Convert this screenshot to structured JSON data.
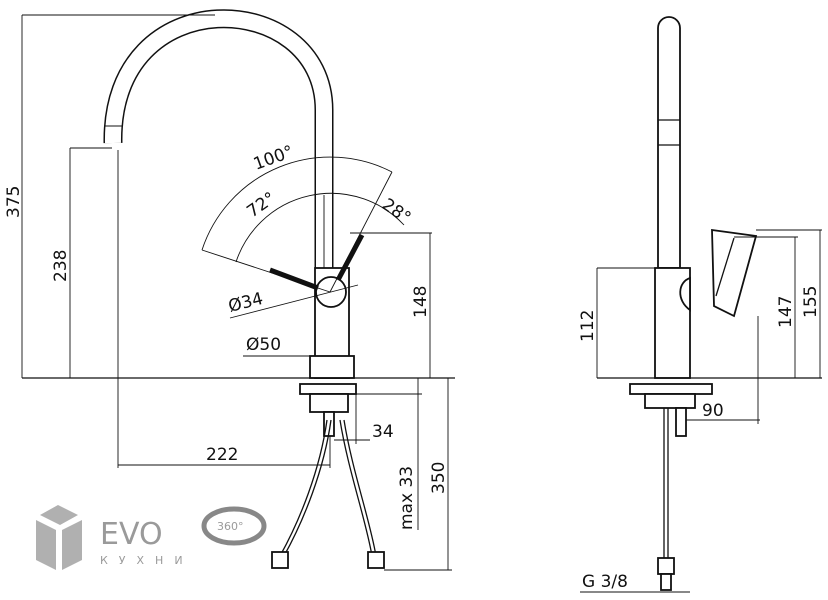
{
  "title": "Kitchen faucet dimensional drawing",
  "front_view": {
    "total_height": "375",
    "spout_height": "238",
    "lever_rotation_total": "100°",
    "lever_rotation_forward": "72°",
    "lever_rotation_back": "28°",
    "lever_diameter": "Ø34",
    "body_diameter": "Ø50",
    "lever_height": "148",
    "spout_reach": "222",
    "shank_offset": "34",
    "max_thickness": "max 33",
    "hose_length": "350"
  },
  "side_view": {
    "body_height": "112",
    "lever_height": "147",
    "lever_top_height": "155",
    "lever_reach": "90",
    "connection": "G 3/8"
  },
  "logo": {
    "brand": "EVO",
    "subtitle": "КУХНИ",
    "badge": "360°"
  }
}
